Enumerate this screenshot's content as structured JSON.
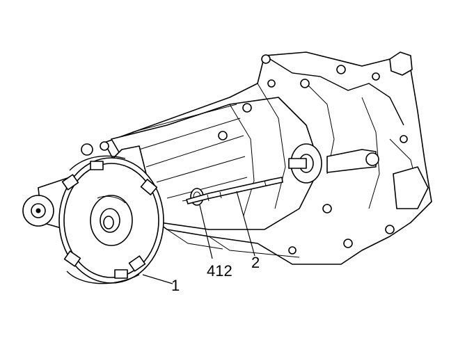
{
  "callouts": [
    {
      "id": "1",
      "label": "1"
    },
    {
      "id": "412",
      "label": "412"
    },
    {
      "id": "2",
      "label": "2"
    }
  ]
}
